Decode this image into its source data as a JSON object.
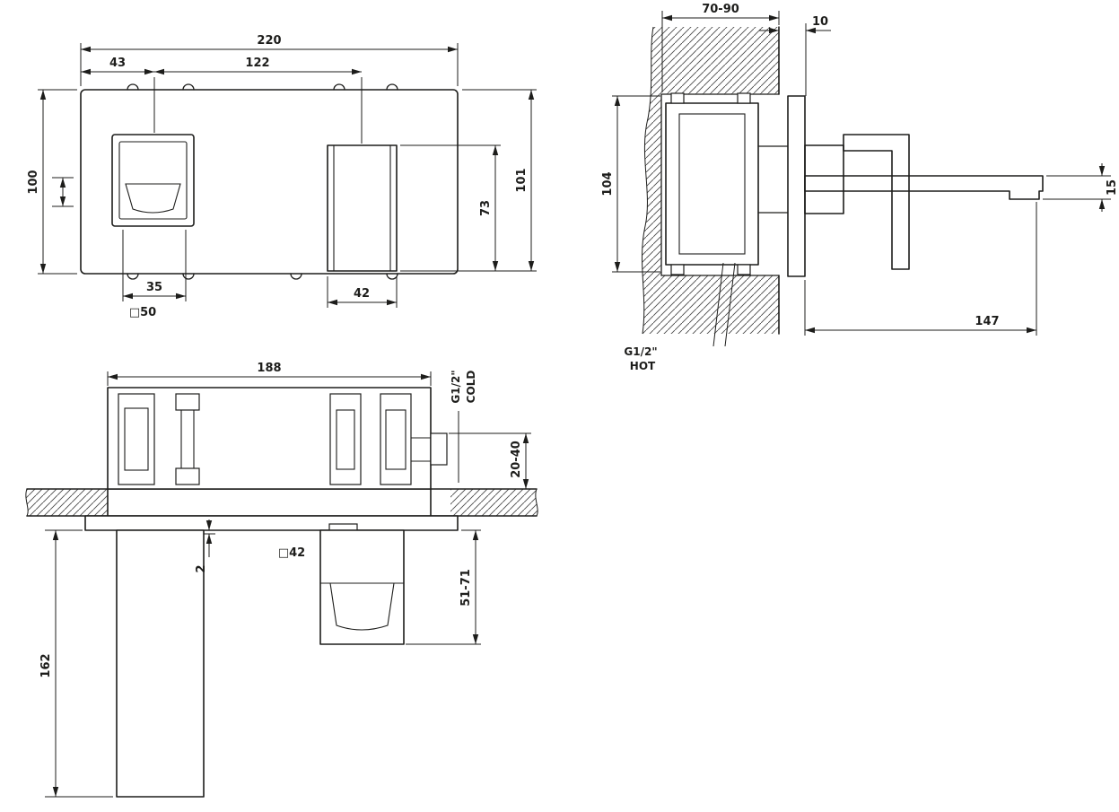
{
  "colors": {
    "line": "#1d1d1b",
    "background": "#ffffff"
  },
  "front_view": {
    "dim_220": "220",
    "dim_43": "43",
    "dim_122": "122",
    "dim_100": "100",
    "dim_73": "73",
    "dim_101": "101",
    "dim_35": "35",
    "dim_sq50": "□50",
    "dim_42": "42"
  },
  "side_view": {
    "dim_70_90": "70-90",
    "dim_10": "10",
    "dim_104": "104",
    "dim_15": "15",
    "dim_147": "147",
    "thread_hot": "G1/2\"",
    "label_hot": "HOT"
  },
  "plan_view": {
    "dim_188": "188",
    "thread_cold": "G1/2\"",
    "label_cold": "COLD",
    "dim_20_40": "20-40",
    "dim_2": "2",
    "dim_sq42": "□42",
    "dim_51_71": "51-71",
    "dim_162": "162"
  }
}
